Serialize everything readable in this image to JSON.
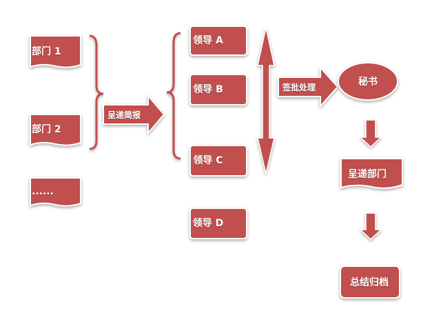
{
  "colors": {
    "fill": "#c0504d",
    "stroke": "#ffffff"
  },
  "departments": [
    {
      "label": "部门 1"
    },
    {
      "label": "部门 2"
    },
    {
      "label": "......"
    }
  ],
  "submit_arrow": {
    "label": "呈递简报"
  },
  "leaders": [
    {
      "label": "领导 A"
    },
    {
      "label": "领导 B"
    },
    {
      "label": "领导 C"
    },
    {
      "label": "领导 D"
    }
  ],
  "approve_arrow": {
    "label": "签批处理"
  },
  "secretary": {
    "label": "秘书"
  },
  "forward_box": {
    "label": "呈递部门"
  },
  "archive_box": {
    "label": "总结归档"
  }
}
